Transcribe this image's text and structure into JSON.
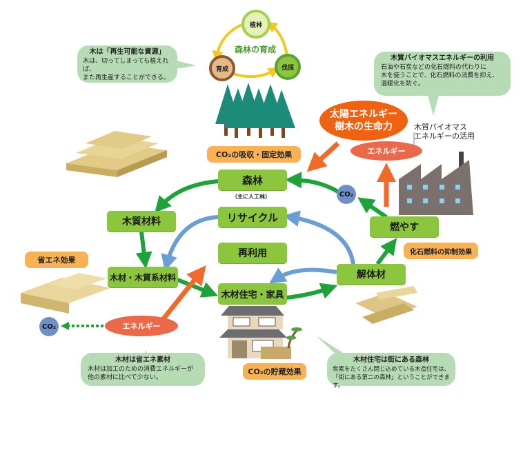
{
  "forest_cycle": {
    "title": "森林の育成",
    "nodes": [
      {
        "label": "植林",
        "color": "#a5cf4c"
      },
      {
        "label": "伐採",
        "color": "#6db33f"
      },
      {
        "label": "育成",
        "color": "#8a5a2b"
      }
    ]
  },
  "bubbles": {
    "renewable": {
      "title": "木は「再生可能な資源」",
      "body": "木は、切ってしまっても植えれば、\nまた再生産することができる。"
    },
    "biomass": {
      "title": "木質バイオマスエネルギーの利用",
      "body": "石油や石炭などの化石燃料の代わりに\n木を使うことで、化石燃料の消費を抑え、\n温暖化を防ぐ。"
    },
    "energy_saving": {
      "title": "木材は省エネ素材",
      "body": "木材は加工のための消費エネルギーが\n他の素材に比べて少ない。"
    },
    "urban_forest": {
      "title": "木材住宅は街にある森林",
      "body": "炭素をたくさん閉じ込めている木造住宅は、\n「街にある第二の森林」ということができます。"
    }
  },
  "solar": {
    "line1": "太陽エネルギー",
    "line2": "樹木の生命力"
  },
  "biomass_use": {
    "line1": "木質バイオマス",
    "line2": "エネルギーの活用"
  },
  "energy_labels": {
    "top": "エネルギー",
    "bottom": "エネルギー"
  },
  "co2_label": "CO₂",
  "effects": {
    "absorb": "CO₂の吸収・固定効果",
    "storage": "CO₂の貯蔵効果",
    "fossil": "化石燃料の抑制効果",
    "energy_saving": "省エネ効果"
  },
  "boxes": {
    "forest": "森林",
    "forest_note": "（主に人工林）",
    "wood_material": "木質材料",
    "lumber": "木材・木質系材料",
    "recycle": "リサイクル",
    "reuse": "再利用",
    "housing": "木材住宅・家具",
    "demolition": "解体材",
    "burn": "燃やす"
  }
}
